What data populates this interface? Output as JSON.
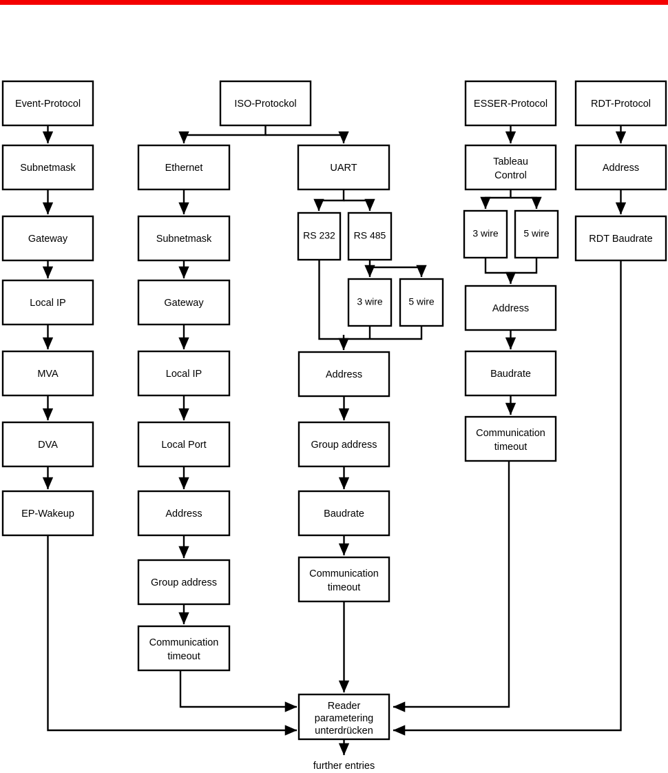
{
  "page": {
    "accent_color": "#f40000",
    "background_color": "#ffffff",
    "stroke_color": "#000000",
    "title_bar_present": true
  },
  "diagram": {
    "type": "flowchart",
    "orientation": "top-to-bottom",
    "footer_label": "further entries",
    "columns": [
      {
        "id": "event-protocol",
        "root": "Event-Protocol",
        "nodes": [
          "Event-Protocol",
          "Subnetmask",
          "Gateway",
          "Local IP",
          "MVA",
          "DVA",
          "EP-Wakeup"
        ]
      },
      {
        "id": "iso-protocol",
        "root": "ISO-Protockol",
        "branch_labels": [
          "Ethernet",
          "UART"
        ],
        "ethernet_nodes": [
          "Ethernet",
          "Subnetmask",
          "Gateway",
          "Local IP",
          "Local Port",
          "Address",
          "Group address",
          "Communication timeout"
        ],
        "uart_nodes": [
          "UART",
          "RS 232",
          "RS 485",
          "3 wire",
          "5 wire",
          "Address",
          "Group address",
          "Baudrate",
          "Communication timeout"
        ]
      },
      {
        "id": "esser-protocol",
        "root": "ESSER-Protocol",
        "nodes": [
          "ESSER-Protocol",
          "Tableau Control",
          "3 wire",
          "5 wire",
          "Address",
          "Baudrate",
          "Communication timeout"
        ]
      },
      {
        "id": "rdt-protocol",
        "root": "RDT-Protocol",
        "nodes": [
          "RDT-Protocol",
          "Address",
          "RDT Baudrate"
        ]
      }
    ],
    "sink": {
      "label_line_1": "Reader",
      "label_line_2": "parametering",
      "label_line_3": "unterdrücken"
    },
    "nodes": {
      "ev_root": "Event-Protocol",
      "ev_subnet": "Subnetmask",
      "ev_gateway": "Gateway",
      "ev_localip": "Local IP",
      "ev_mva": "MVA",
      "ev_dva": "DVA",
      "ev_wakeup": "EP-Wakeup",
      "iso_root": "ISO-Protockol",
      "eth_root": "Ethernet",
      "eth_subnet": "Subnetmask",
      "eth_gateway": "Gateway",
      "eth_localip": "Local IP",
      "eth_localport": "Local Port",
      "eth_address": "Address",
      "eth_group": "Group address",
      "eth_timeout_l1": "Communication",
      "eth_timeout_l2": "timeout",
      "uart_root": "UART",
      "uart_rs232": "RS 232",
      "uart_rs485": "RS 485",
      "uart_3wire": "3 wire",
      "uart_5wire": "5 wire",
      "uart_address": "Address",
      "uart_group": "Group address",
      "uart_baud": "Baudrate",
      "uart_timeout_l1": "Communication",
      "uart_timeout_l2": "timeout",
      "esser_root": "ESSER-Protocol",
      "esser_tableau_l1": "Tableau",
      "esser_tableau_l2": "Control",
      "esser_3wire": "3 wire",
      "esser_5wire": "5 wire",
      "esser_address": "Address",
      "esser_baud": "Baudrate",
      "esser_timeout_l1": "Communication",
      "esser_timeout_l2": "timeout",
      "rdt_root": "RDT-Protocol",
      "rdt_address": "Address",
      "rdt_baud": "RDT Baudrate",
      "sink_l1": "Reader",
      "sink_l2": "parametering",
      "sink_l3": "unterdrücken",
      "footer": "further entries"
    }
  }
}
